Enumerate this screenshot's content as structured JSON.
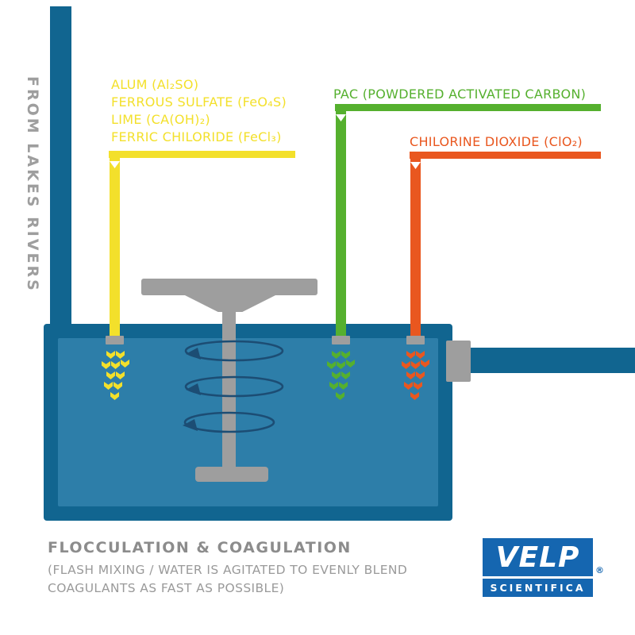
{
  "source": {
    "label": "FROM LAKES RIVERS"
  },
  "coagulants": {
    "lines": [
      "ALUM (Al₂SO)",
      "FERROUS SULFATE (FeO₄S)",
      "LIME (CA(OH)₂)",
      "FERRIC CHILORIDE (FeCl₃)"
    ]
  },
  "pac": {
    "label": "PAC (POWDERED ACTIVATED CARBON)"
  },
  "chlorine_dioxide": {
    "label": "CHILORINE DIOXIDE (ClO₂)"
  },
  "caption": {
    "title": "FLOCCULATION & COAGULATION",
    "subtitle": [
      "(FLASH MIXING / WATER IS AGITATED TO EVENLY BLEND",
      "COAGULANTS AS FAST AS POSSIBLE)"
    ]
  },
  "logo": {
    "brand": "VELP",
    "sub": "SCIENTIFICA",
    "registered": "®"
  },
  "colors": {
    "pipe_blue": "#116590",
    "tank_fill": "#2d7ea9",
    "yellow": "#f3e02b",
    "green": "#55b02e",
    "orange": "#e9571f",
    "gray": "#9e9e9e",
    "swirl": "#1c4d74",
    "logo_blue": "#1566b0"
  }
}
